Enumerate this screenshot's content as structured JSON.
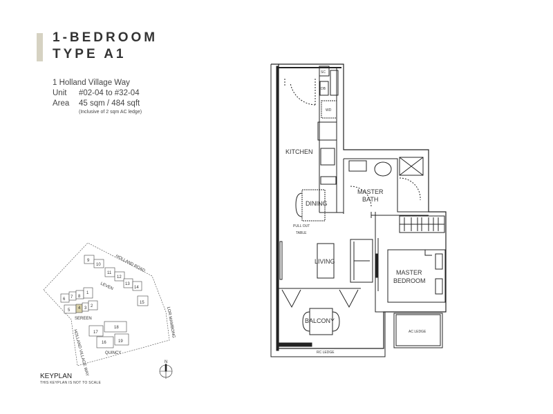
{
  "header": {
    "title_line1": "1-BEDROOM",
    "title_line2": "TYPE A1"
  },
  "info": {
    "address": "1 Holland Village Way",
    "unit_label": "Unit",
    "unit_value": "#02-04 to #32-04",
    "area_label": "Area",
    "area_value": "45 sqm / 484 sqft",
    "area_note": "(Inclusive of 2 sqm AC ledge)"
  },
  "floorplan": {
    "rooms": {
      "sc": "SC",
      "db": "DB",
      "wd": "WD",
      "kitchen": "KITCHEN",
      "dining": "DINING",
      "pull_out_1": "PULL OUT",
      "pull_out_2": "TABLE",
      "living": "LIVING",
      "bath_1": "MASTER",
      "bath_2": "BATH",
      "bed_1": "MASTER",
      "bed_2": "BEDROOM",
      "balcony": "BALCONY",
      "ac_ledge": "AC LEDGE",
      "rc_ledge": "RC LEDGE"
    }
  },
  "keyplan": {
    "label": "KEYPLAN",
    "note": "THIS KEYPLAN IS NOT TO SCALE",
    "north": "N",
    "roads": {
      "holland_road": "HOLLAND ROAD",
      "lor_mambong": "LOR MAMBONG",
      "holland_village_way": "HOLLAND VILLAGE WAY"
    },
    "blocks": {
      "leven": "LEVEN",
      "sereen": "SEREEN",
      "quincy": "QUINCY"
    },
    "units": [
      "1",
      "2",
      "3",
      "4",
      "5",
      "6",
      "7",
      "8",
      "9",
      "10",
      "11",
      "12",
      "13",
      "14",
      "15",
      "16",
      "17",
      "18",
      "19"
    ],
    "highlight_color": "#d8d0a8"
  }
}
